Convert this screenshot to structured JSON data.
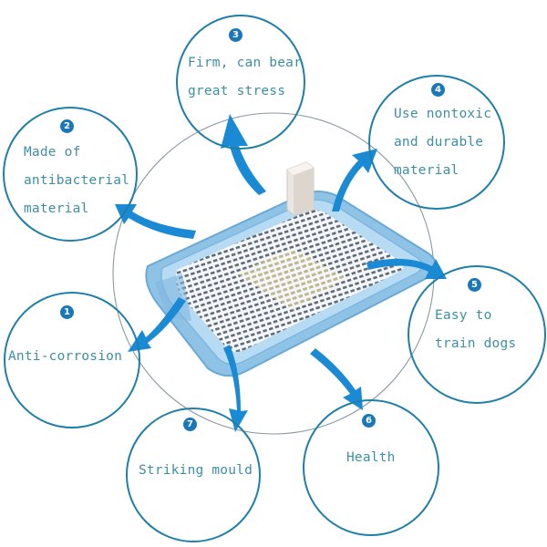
{
  "colors": {
    "circle_outline": "#1e7fa8",
    "arrow": "#1a8ad4",
    "badge": "#1a78b8",
    "text": "#3d8fa6",
    "big_circle": "#8a9aa0",
    "tray_blue": "#8fc3e6",
    "tray_rim": "#a9d3ef",
    "grid_white": "#f4f6f8",
    "odor_post": "#eae6e2"
  },
  "product": {
    "name": "dog-training-pee-tray",
    "parts": [
      "tray-base",
      "grid-mesh",
      "odor-post"
    ]
  },
  "features": [
    {
      "number": "1",
      "lines": [
        "Anti-corrosion"
      ]
    },
    {
      "number": "2",
      "lines": [
        "Made of",
        "antibacterial",
        "material"
      ]
    },
    {
      "number": "3",
      "lines": [
        "Firm, can bear",
        "great stress"
      ]
    },
    {
      "number": "4",
      "lines": [
        "Use nontoxic",
        "and durable",
        "material"
      ]
    },
    {
      "number": "5",
      "lines": [
        "Easy to",
        "train dogs"
      ]
    },
    {
      "number": "6",
      "lines": [
        "Health"
      ]
    },
    {
      "number": "7",
      "lines": [
        "Striking mould"
      ]
    }
  ]
}
